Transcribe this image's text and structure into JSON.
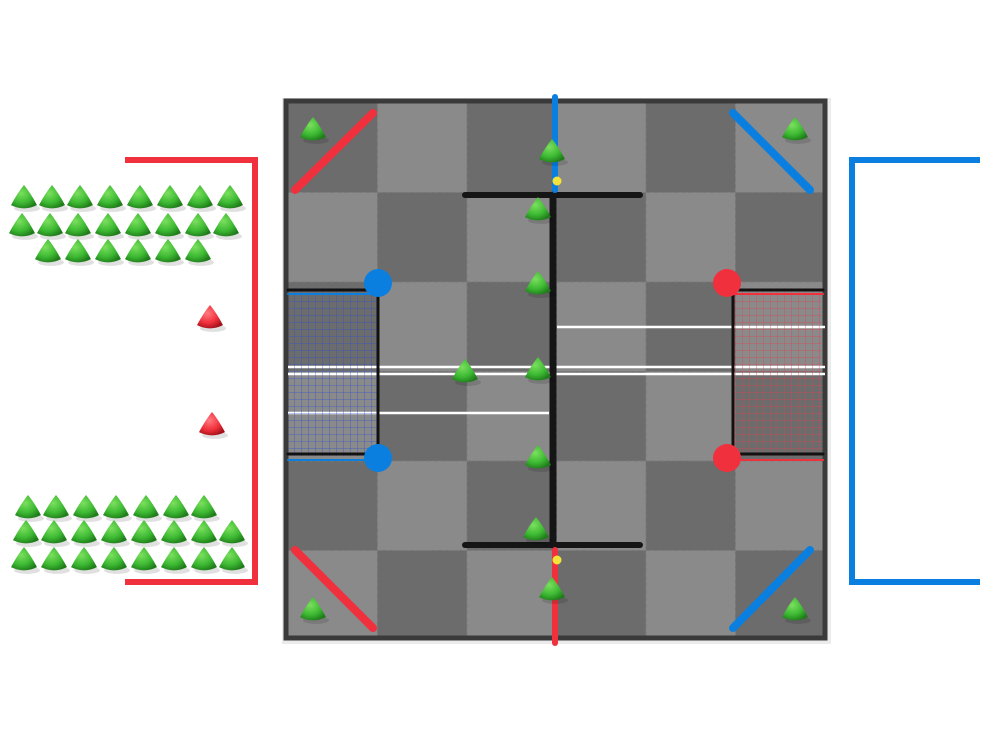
{
  "colors": {
    "red_alliance": "#f0303c",
    "blue_alliance": "#0a7fe0",
    "triball_green": "#3cb832",
    "tile_light": "#8a8a8a",
    "tile_dark": "#6c6c6c",
    "barrier_black": "#151515",
    "field_wall": "#3a3a3a",
    "line_white": "#ffffff",
    "marker_yellow": "#f5e33a"
  },
  "field": {
    "tiles_per_side": 6,
    "green_triballs_on_field": 12,
    "red_triballs_outside": 2,
    "green_triballs_red_side_stock": 44
  }
}
